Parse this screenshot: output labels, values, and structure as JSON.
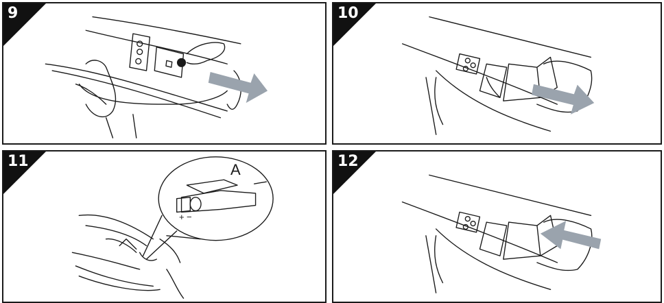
{
  "steps": [
    {
      "number": "9"
    },
    {
      "number": "10"
    },
    {
      "number": "11",
      "callout_letter": "A",
      "polarity_plus": "+",
      "polarity_minus": "−"
    },
    {
      "number": "12"
    }
  ],
  "colors": {
    "line": "#1a1a1a",
    "arrow": "#9aa3ad",
    "badge": "#111111"
  }
}
